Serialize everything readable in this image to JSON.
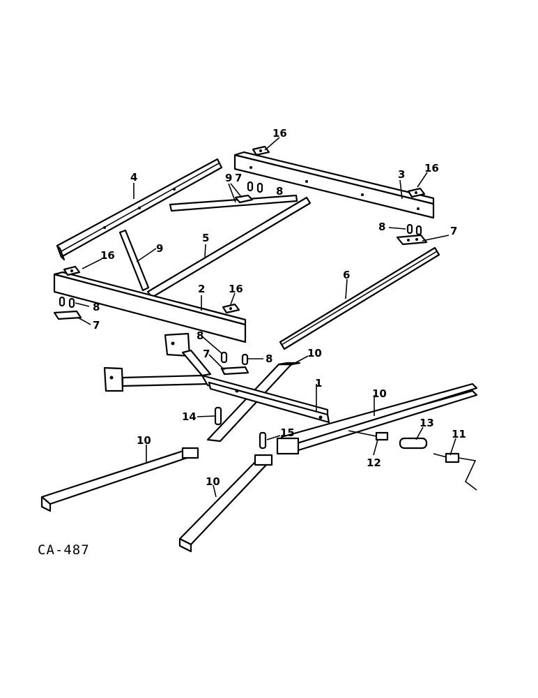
{
  "figure_code": "CA-487",
  "callouts": {
    "c1": "1",
    "c2": "2",
    "c3": "3",
    "c4": "4",
    "c5": "5",
    "c6": "6",
    "c7a": "7",
    "c7b": "7",
    "c7c": "7",
    "c7d": "7",
    "c8a": "8",
    "c8b": "8",
    "c8c": "8",
    "c8d": "8",
    "c8e": "8",
    "c9a": "9",
    "c9b": "9",
    "c10a": "10",
    "c10b": "10",
    "c10c": "10",
    "c10d": "10",
    "c11": "11",
    "c12": "12",
    "c13": "13",
    "c14": "14",
    "c15": "15",
    "c16a": "16",
    "c16b": "16",
    "c16c": "16",
    "c16d": "16"
  }
}
